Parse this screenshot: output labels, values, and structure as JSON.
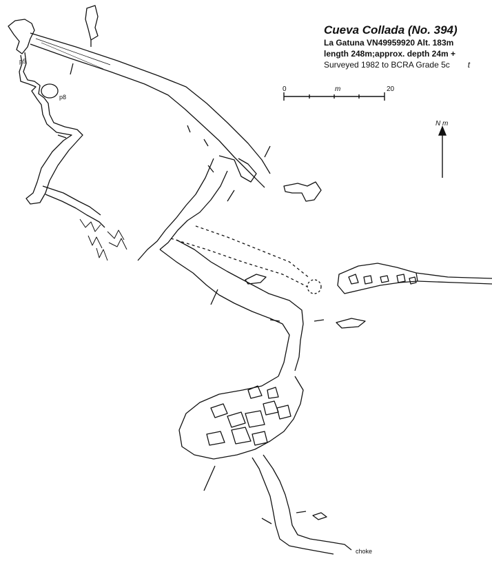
{
  "title": "Cueva Collada (No. 394)",
  "location_line": "La Gatuna VN49959920 Alt. 183m",
  "dimensions_line": "length 248m;approx. depth 24m +",
  "survey_line": "Surveyed 1982 to BCRA Grade 5c",
  "survey_mark": "t",
  "scale": {
    "start": "0",
    "unit": "m",
    "end": "20"
  },
  "north": "N m",
  "pitch_labels": [
    "p5",
    "p8"
  ],
  "feature_labels": [
    "choke"
  ],
  "line_color": "#111111"
}
